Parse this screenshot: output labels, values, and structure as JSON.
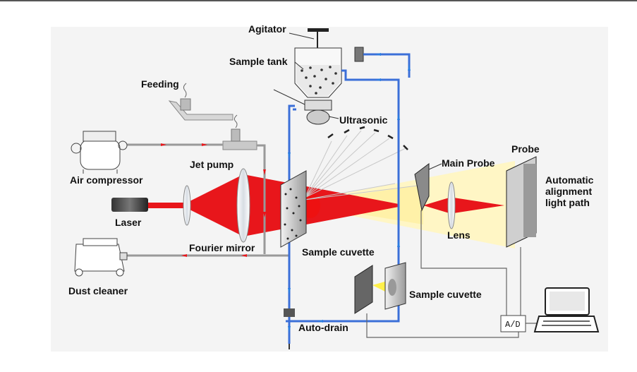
{
  "diagram": {
    "labels": {
      "agitator": "Agitator",
      "sample_tank": "Sample tank",
      "feeding": "Feeding",
      "ultrasonic": "Ultrasonic",
      "air_compressor": "Air compressor",
      "jet_pump": "Jet pump",
      "main_probe": "Main Probe",
      "probe": "Probe",
      "automatic_alignment_light_path": "Automatic alignment light path",
      "laser": "Laser",
      "lens": "Lens",
      "fourier_mirror": "Fourier mirror",
      "sample_cuvette_main": "Sample cuvette",
      "dust_cleaner": "Dust cleaner",
      "sample_cuvette_small": "Sample cuvette",
      "auto_drain": "Auto-drain",
      "ad_converter": "A/D"
    },
    "colors": {
      "laser_beam": "#e8161b",
      "scattered_light": "#fff3b0",
      "flow_pipe": "#3b6fd8",
      "arrow_red": "#e8161b",
      "arrow_blue": "#2a7de1"
    },
    "icons": [
      "computer-icon",
      "air-compressor-icon",
      "vacuum-cleaner-icon",
      "laser-icon"
    ]
  }
}
